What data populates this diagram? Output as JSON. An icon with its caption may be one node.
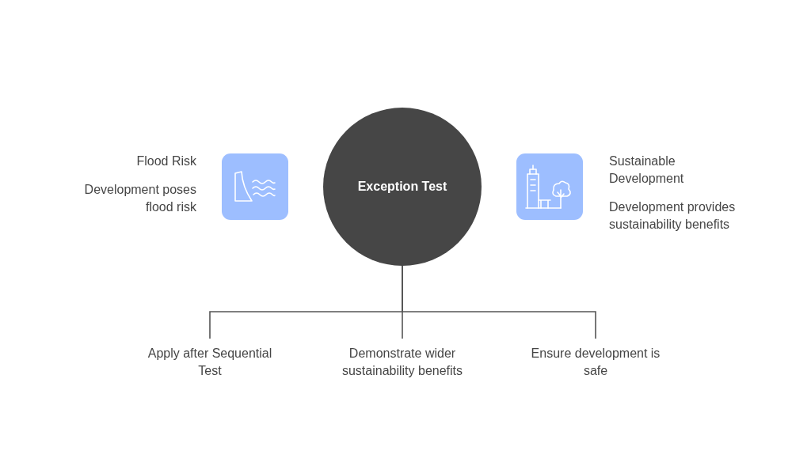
{
  "diagram": {
    "nodes": [
      {
        "text": [
          "Exception Test"
        ]
      },
      {
        "text": [
          "Flood Risk",
          "Development poses flood risk"
        ]
      },
      {
        "text": [
          "Sustainable Development",
          "Development provides sustainability benefits"
        ]
      },
      {
        "text": [
          "Apply after Sequential Test"
        ]
      },
      {
        "text": [
          "Demonstrate wider sustainability benefits"
        ]
      },
      {
        "text": [
          "Ensure development is safe"
        ]
      }
    ],
    "edges": [
      {
        "from": 0,
        "to": 3,
        "arrow": "none"
      },
      {
        "from": 0,
        "to": 4,
        "arrow": "none"
      },
      {
        "from": 0,
        "to": 5,
        "arrow": "none"
      }
    ]
  }
}
